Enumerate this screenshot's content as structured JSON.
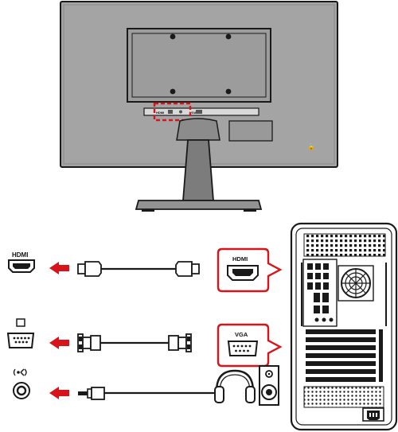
{
  "diagram": {
    "monitor_port_labels": [
      "HDMI",
      "VGA"
    ],
    "callouts": [
      {
        "id": "hdmi",
        "label": "HDMI"
      },
      {
        "id": "vga",
        "label": "VGA"
      }
    ],
    "connections": [
      {
        "port": "HDMI",
        "cable": "hdmi-cable",
        "source": "computer"
      },
      {
        "port": "VGA",
        "cable": "vga-cable",
        "source": "computer"
      },
      {
        "port": "audio-out",
        "cable": "audio-cable",
        "source": "headphones / speaker"
      }
    ],
    "colors": {
      "monitor_fill": "#a4a4a4",
      "outline": "#1a1a1a",
      "accent_red": "#d7141a",
      "pc_fill": "#ffffff"
    },
    "icons": [
      "hdmi-port-icon",
      "vga-port-icon",
      "audio-out-icon",
      "headphones-icon",
      "speaker-icon"
    ]
  }
}
